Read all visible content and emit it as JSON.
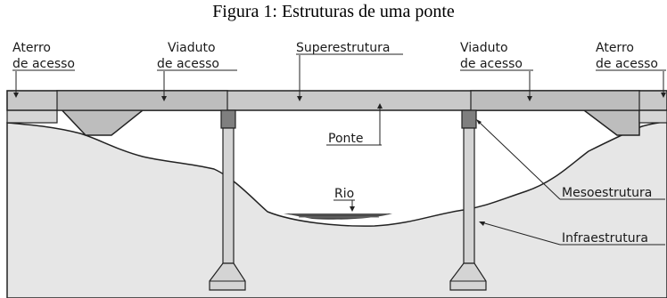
{
  "caption": "Figura 1: Estruturas de uma ponte",
  "labels": {
    "aterro_left_1": "Aterro",
    "aterro_left_2": "de acesso",
    "viaduto_left_1": "Viaduto",
    "viaduto_left_2": "de acesso",
    "superestrutura": "Superestrutura",
    "viaduto_right_1": "Viaduto",
    "viaduto_right_2": "de acesso",
    "aterro_right_1": "Aterro",
    "aterro_right_2": "de acesso",
    "ponte": "Ponte",
    "rio": "Rio",
    "mesoestrutura": "Mesoestrutura",
    "infraestrutura": "Infraestrutura"
  },
  "colors": {
    "deck": "#c9c9c9",
    "viaduct": "#bdbdbd",
    "ground": "#e6e6e6",
    "pier": "#d4d4d4",
    "pier_cap": "#7f7f7f",
    "line": "#222222"
  }
}
